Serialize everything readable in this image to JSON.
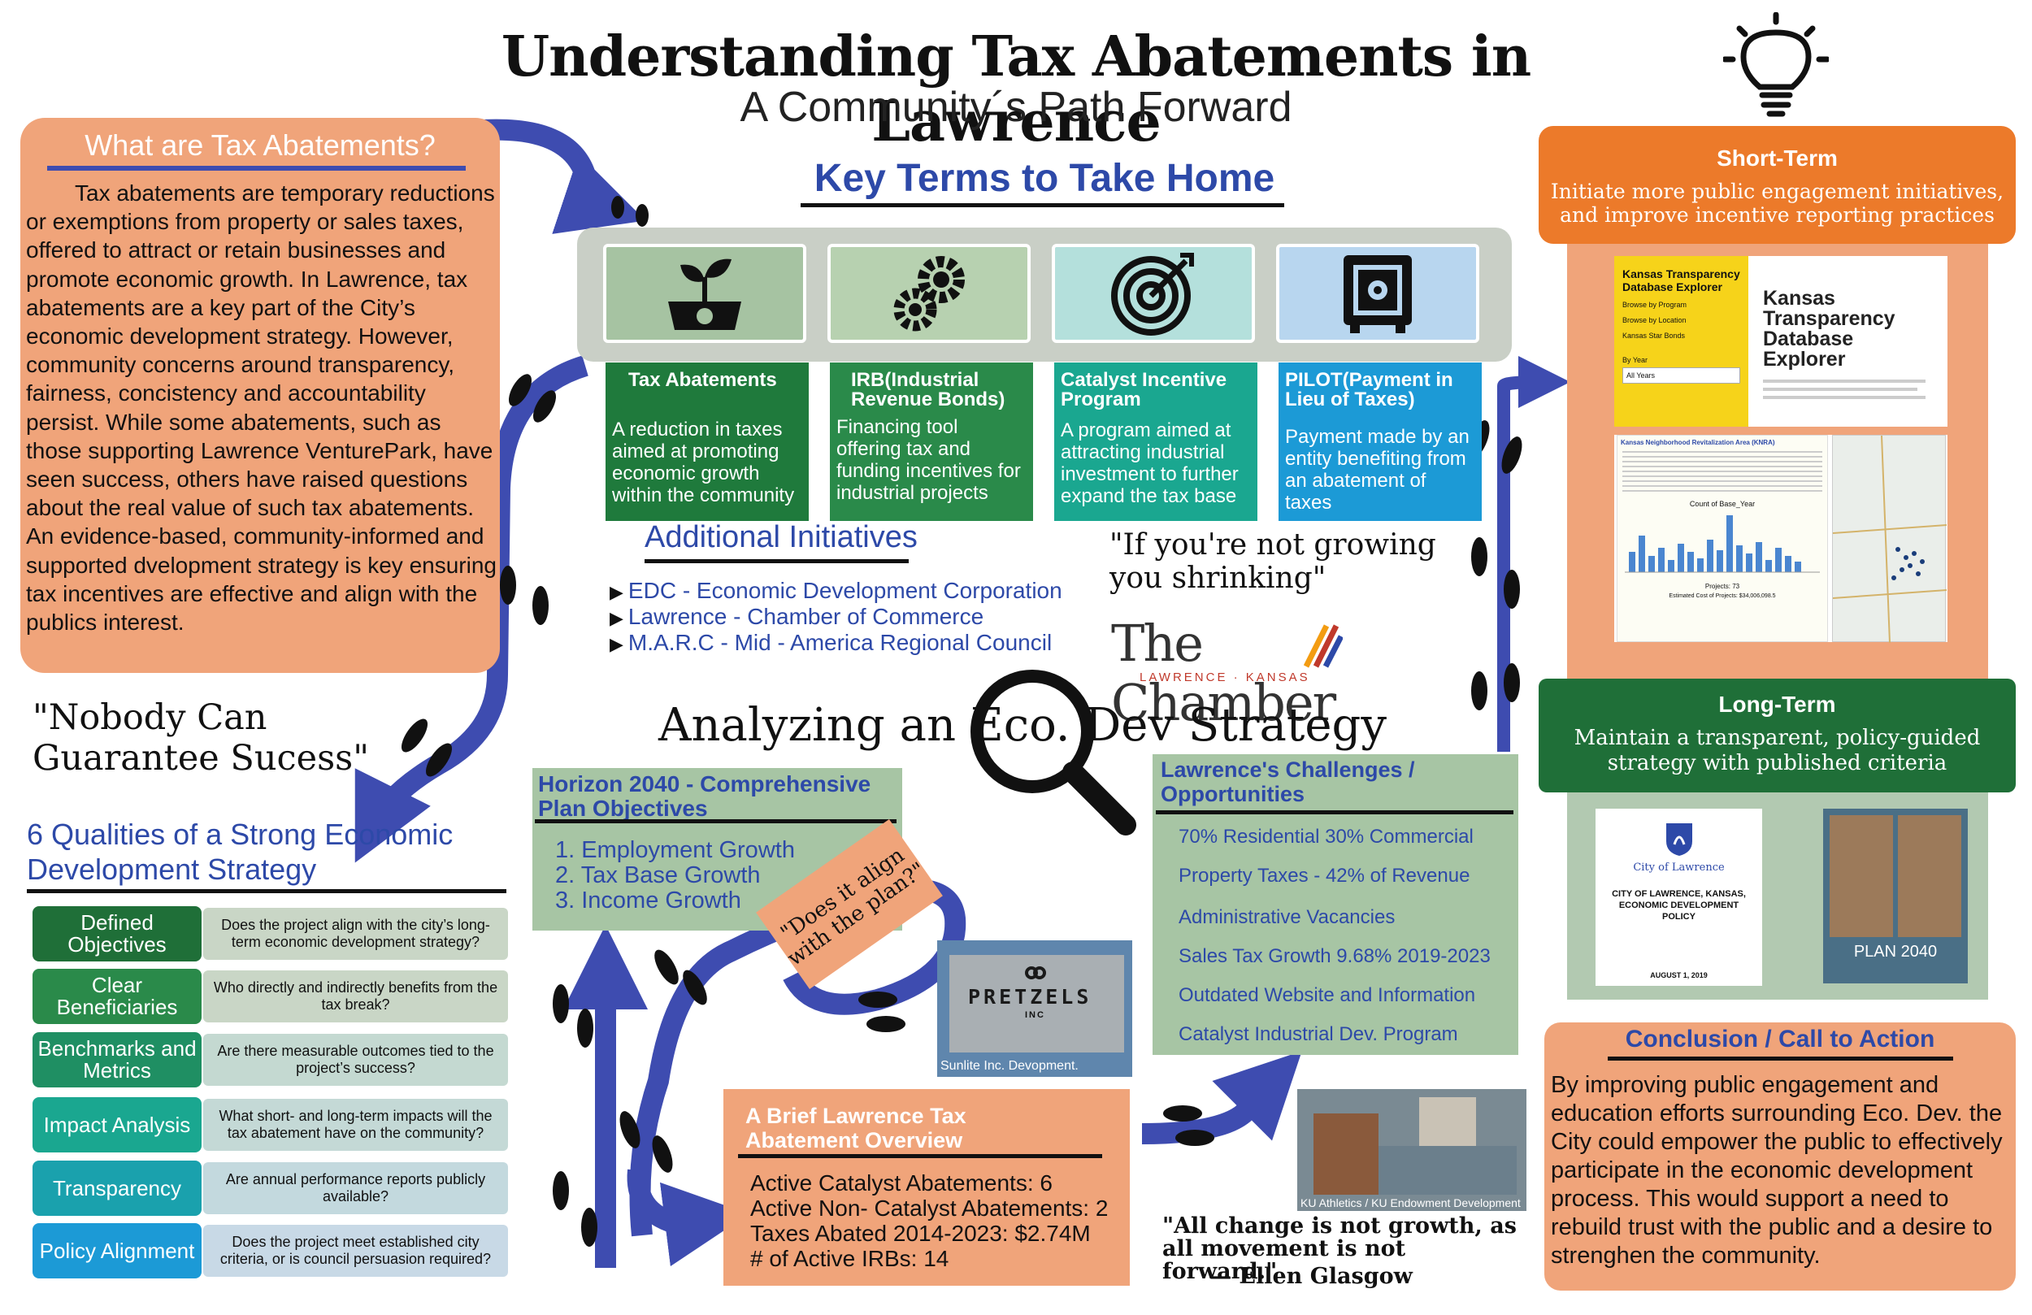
{
  "header": {
    "title": "Understanding Tax Abatements in Lawrence",
    "subtitle": "A Community´s Path Forward",
    "icon": "lightbulb-icon"
  },
  "what": {
    "title": "What are Tax Abatements?",
    "body": "Tax abatements are temporary reductions or exemptions from property or sales taxes, offered to attract or retain businesses and promote economic growth. In Lawrence, tax abatements are a key part of the City’s economic development strategy. However, community concerns around transparency, fairness, concistency and accountability persist. While some abatements, such as those supporting Lawrence VenturePark, have seen success, others have raised questions about the real value of such tax abatements. An evidence-based, community-informed and supported dvelopment strategy is key ensuring tax incentives are effective and align with the publics interest."
  },
  "key_terms": {
    "title": "Key Terms to Take Home",
    "terms": [
      {
        "title": "Tax Abatements",
        "desc": "A reduction in taxes aimed at promoting economic growth within the community",
        "icon": "seedling-icon",
        "color": "#1f7a3c"
      },
      {
        "title": "IRB(Industrial Revenue Bonds)",
        "desc": "Financing tool offering tax and funding incentives for industrial projects",
        "icon": "gears-icon",
        "color": "#2a8a4a"
      },
      {
        "title": "Catalyst Incentive Program",
        "desc": "A program aimed at attracting industrial investment to further expand the tax base",
        "icon": "target-icon",
        "color": "#1aa790"
      },
      {
        "title": "PILOT(Payment in Lieu of Taxes)",
        "desc": "Payment made by an entity benefiting from an abatement of taxes",
        "icon": "safe-icon",
        "color": "#1c9ad6"
      }
    ]
  },
  "additional": {
    "title": "Additional Initiatives",
    "items": [
      "EDC - Economic Development Corporation",
      "Lawrence - Chamber of Commerce",
      "M.A.R.C - Mid - America Regional Council"
    ]
  },
  "quote_growing": "\"If you're not growing you shrinking\"",
  "chamber": {
    "name": "The Chamber",
    "sub": "LAWRENCE · KANSAS"
  },
  "short_term": {
    "title": "Short-Term",
    "text": "Initiate more public engagement initiatives, and improve incentive reporting practices"
  },
  "screen1": {
    "left_title": "Kansas Transparency Database Explorer",
    "items": [
      "Browse by Program",
      "Browse by Location",
      "Kansas Star Bonds"
    ],
    "year_label": "By Year",
    "year_value": "All Years",
    "right_title": "Kansas Transparency Database Explorer"
  },
  "screen2": {
    "title": "Kansas Neighborhood Revitalization Area (KNRA)",
    "chart_title": "Count of Base_Year",
    "projects": "Projects: 73",
    "cost": "Estimated Cost of Projects: $34,006,098.5"
  },
  "long_term": {
    "title": "Long-Term",
    "text": "Maintain a transparent, policy-guided strategy with published criteria"
  },
  "policy_doc": {
    "brand": "City of Lawrence",
    "title": "CITY OF LAWRENCE, KANSAS, ECONOMIC DEVELOPMENT POLICY",
    "date": "AUGUST 1, 2019"
  },
  "plan": {
    "title": "PLAN 2040"
  },
  "conclusion": {
    "title": "Conclusion / Call to Action",
    "body": "By improving public engagement and education efforts surrounding Eco. Dev. the City could empower the public to effectively participate in the economic development process. This would support a need to rebuild trust with the public and a desire to strenghen the community."
  },
  "analyze_title": "Analyzing an Eco. Dev Strategy",
  "quote_nobody": "\"Nobody Can\nGuarantee Sucess\"",
  "qualities": {
    "title": "6 Qualities of a Strong Economic Development Strategy",
    "rows": [
      {
        "label": "Defined Objectives",
        "desc": "Does the project align with the city’s long-term economic development strategy?",
        "color": "#1f6f38",
        "bg": "#c9d6c6"
      },
      {
        "label": "Clear Beneficiaries",
        "desc": "Who directly and indirectly benefits from the tax break?",
        "color": "#2a8a4a",
        "bg": "#c9d6c6"
      },
      {
        "label": "Benchmarks and Metrics",
        "desc": "Are there measurable outcomes tied to the project’s success?",
        "color": "#1f8f63",
        "bg": "#c4d9d1"
      },
      {
        "label": "Impact Analysis",
        "desc": "What short- and long-term impacts will the tax abatement have on the community?",
        "color": "#1aa790",
        "bg": "#c4d9d6"
      },
      {
        "label": "Transparency",
        "desc": "Are annual performance reports publicly available?",
        "color": "#1aa1ad",
        "bg": "#c3d9de"
      },
      {
        "label": "Policy Alignment",
        "desc": "Does the project meet established city criteria, or is council persuasion required?",
        "color": "#1c9ad6",
        "bg": "#c8d9e6"
      }
    ]
  },
  "horizon": {
    "title": "Horizon 2040 - Comprehensive Plan Objectives",
    "items": [
      "1. Employment Growth",
      "2. Tax Base Growth",
      "3. Income Growth"
    ]
  },
  "align_tag": "\"Does it align with the plan?\"",
  "pretzel": {
    "sign": "PRETZELS",
    "sub": "INC",
    "caption": "Sunlite Inc. Devopment."
  },
  "challenges": {
    "title": "Lawrence's Challenges / Opportunities",
    "items": [
      "70% Residential 30% Commercial",
      "Property Taxes - 42% of Revenue",
      "Administrative Vacancies",
      "Sales Tax Growth 9.68% 2019-2023",
      "Outdated Website and Information",
      "Catalyst Industrial Dev. Program"
    ]
  },
  "overview": {
    "title": "A Brief Lawrence Tax Abatement Overview",
    "items": [
      "Active Catalyst Abatements: 6",
      "Active Non- Catalyst Abatements: 2",
      "Taxes Abated 2014-2023: $2.74M",
      "# of Active IRBs: 14"
    ]
  },
  "ku_caption": "KU Athletics / KU Endowment Development",
  "quote_change": "\"All change is not growth, as all movement is not forward.\"",
  "quote_author": "— Ellen Glasgow",
  "colors": {
    "accent_blue": "#2d49a8",
    "orange": "#f0a47a",
    "dark_green": "#1f6f38",
    "arrow_blue": "#3e4cb0"
  }
}
